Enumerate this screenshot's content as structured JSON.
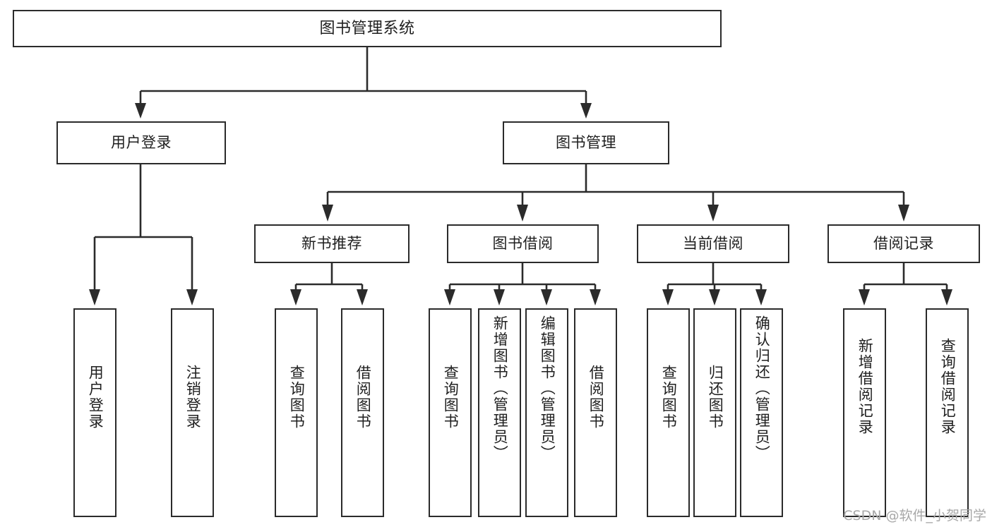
{
  "diagram": {
    "title": "图书管理系统",
    "type": "功能结构图",
    "root": {
      "id": "root",
      "label": "图书管理系统"
    },
    "level2": [
      {
        "id": "user-login",
        "label": "用户登录"
      },
      {
        "id": "book-manage",
        "label": "图书管理"
      }
    ],
    "level3": [
      {
        "id": "new-book-rec",
        "label": "新书推荐"
      },
      {
        "id": "book-borrow",
        "label": "图书借阅"
      },
      {
        "id": "current-borrow",
        "label": "当前借阅"
      },
      {
        "id": "borrow-record",
        "label": "借阅记录"
      }
    ],
    "leaves": {
      "user_login": [
        {
          "id": "leaf-user-login",
          "label": "用户登录"
        },
        {
          "id": "leaf-user-logout",
          "label": "注销登录"
        }
      ],
      "new_book_rec": [
        {
          "id": "leaf-query-book-1",
          "label": "查询图书"
        },
        {
          "id": "leaf-borrow-book-1",
          "label": "借阅图书"
        }
      ],
      "book_borrow": [
        {
          "id": "leaf-query-book-2",
          "label": "查询图书"
        },
        {
          "id": "leaf-add-book",
          "label": "新增图书（管理员）"
        },
        {
          "id": "leaf-edit-book",
          "label": "编辑图书（管理员）"
        },
        {
          "id": "leaf-borrow-book-2",
          "label": "借阅图书"
        }
      ],
      "current_borrow": [
        {
          "id": "leaf-query-book-3",
          "label": "查询图书"
        },
        {
          "id": "leaf-return-book",
          "label": "归还图书"
        },
        {
          "id": "leaf-confirm-return",
          "label": "确认归还（管理员）"
        }
      ],
      "borrow_record": [
        {
          "id": "leaf-add-record",
          "label": "新增借阅记录"
        },
        {
          "id": "leaf-query-record",
          "label": "查询借阅记录"
        }
      ]
    },
    "colors": {
      "stroke": "#2b2b2b",
      "fill": "#ffffff",
      "text": "#1f1f1f",
      "watermark": "#a8a8a8"
    }
  },
  "watermark": {
    "text": "CSDN @软件_小贺同学"
  }
}
